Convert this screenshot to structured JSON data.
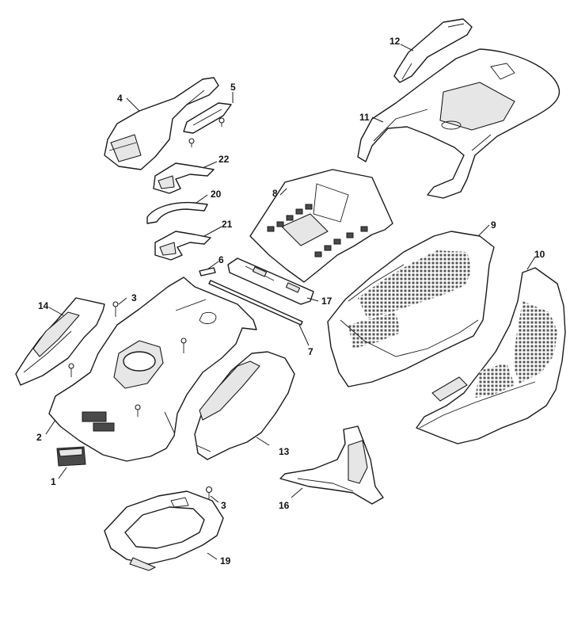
{
  "parts": [
    {
      "id": "part-1",
      "label": "1"
    },
    {
      "id": "part-2",
      "label": "2"
    },
    {
      "id": "part-3a",
      "label": "3"
    },
    {
      "id": "part-3b",
      "label": "3"
    },
    {
      "id": "part-4",
      "label": "4"
    },
    {
      "id": "part-5",
      "label": "5"
    },
    {
      "id": "part-6",
      "label": "6"
    },
    {
      "id": "part-7",
      "label": "7"
    },
    {
      "id": "part-8",
      "label": "8"
    },
    {
      "id": "part-9",
      "label": "9"
    },
    {
      "id": "part-10",
      "label": "10"
    },
    {
      "id": "part-11",
      "label": "11"
    },
    {
      "id": "part-12",
      "label": "12"
    },
    {
      "id": "part-13",
      "label": "13"
    },
    {
      "id": "part-14",
      "label": "14"
    },
    {
      "id": "part-16",
      "label": "16"
    },
    {
      "id": "part-17",
      "label": "17"
    },
    {
      "id": "part-19",
      "label": "19"
    },
    {
      "id": "part-20",
      "label": "20"
    },
    {
      "id": "part-21",
      "label": "21"
    },
    {
      "id": "part-22",
      "label": "22"
    }
  ]
}
